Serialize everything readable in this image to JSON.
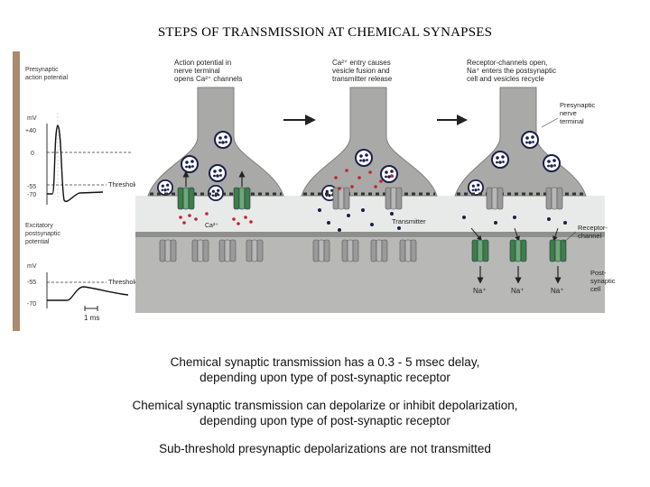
{
  "title": "STEPS OF TRANSMISSION AT CHEMICAL SYNAPSES",
  "figure": {
    "panels": [
      {
        "label_lines": [
          "Action potential in",
          "nerve terminal",
          "opens Ca²⁺ channels"
        ],
        "ion_label": "Ca²⁺"
      },
      {
        "label_lines": [
          "Ca²⁺ entry causes",
          "vesicle fusion and",
          "transmitter release"
        ],
        "ion_label": "Transmitter"
      },
      {
        "label_lines": [
          "Receptor-channels open,",
          "Na⁺ enters the postsynaptic",
          "cell and vesicles recycle"
        ],
        "na_label": "Na⁺"
      }
    ],
    "right_labels": {
      "presynaptic": [
        "Presynaptic",
        "nerve",
        "terminal"
      ],
      "receptor": [
        "Receptor-",
        "channel"
      ],
      "postsynaptic": [
        "Post-",
        "synaptic",
        "cell"
      ]
    },
    "graphs": {
      "top": {
        "label_lines": [
          "Presynaptic",
          "action potential"
        ],
        "unit": "mV",
        "ticks": [
          "+40",
          "0",
          "-55",
          "-70"
        ],
        "threshold": "Threshold"
      },
      "bottom": {
        "label_lines": [
          "Excitatory",
          "postsynaptic",
          "potential"
        ],
        "unit": "mV",
        "ticks": [
          "-55",
          "-70"
        ],
        "threshold": "Threshold",
        "scale": "1 ms"
      }
    }
  },
  "captions": [
    {
      "line1": "Chemical synaptic transmission has a 0.3 - 5 msec delay,",
      "line2": "depending upon type of post-synaptic receptor"
    },
    {
      "line1": "Chemical synaptic transmission can depolarize or inhibit depolarization,",
      "line2": "depending upon type of post-synaptic receptor"
    },
    {
      "line1": "Sub-threshold presynaptic depolarizations are not transmitted"
    }
  ],
  "colors": {
    "cell": "#a9aaa7",
    "cleft": "#dcdedd",
    "vesicle": "#1a1f4a",
    "calcium": "#c0242b",
    "active_channel": "#4e8d58",
    "inactive_channel": "#8e8e8e"
  }
}
